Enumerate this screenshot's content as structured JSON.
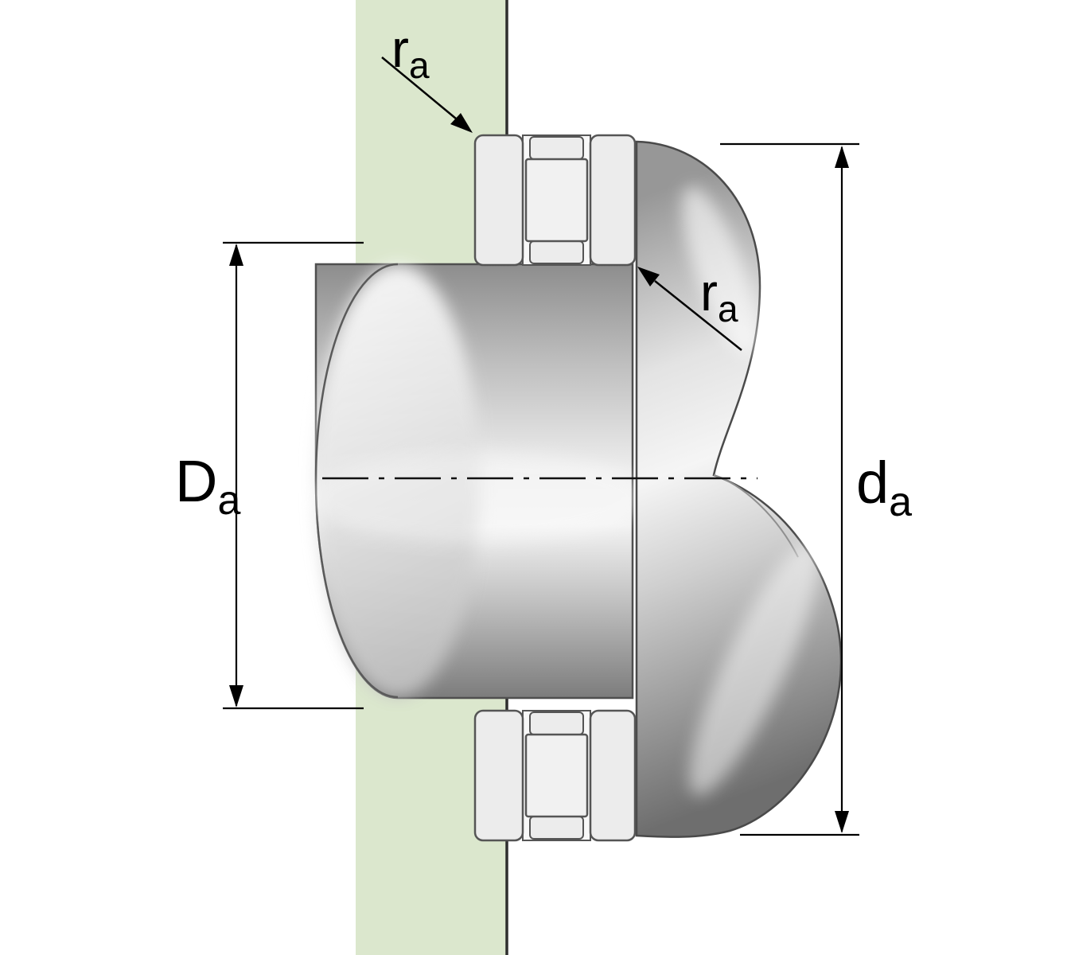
{
  "labels": {
    "Da": {
      "main": "D",
      "sub": "a"
    },
    "da": {
      "main": "d",
      "sub": "a"
    },
    "ra_top": {
      "main": "r",
      "sub": "a"
    },
    "ra_inner": {
      "main": "r",
      "sub": "a"
    }
  },
  "colors": {
    "background": "#ffffff",
    "housing_green": "#dbe7cd",
    "housing_edge": "#2e2e2e",
    "bearing_washer_fill": "#ececec",
    "bearing_cage_fill": "#f8f8f8",
    "roller_fill": "#f1f1f1",
    "dimension_color": "#000000"
  }
}
